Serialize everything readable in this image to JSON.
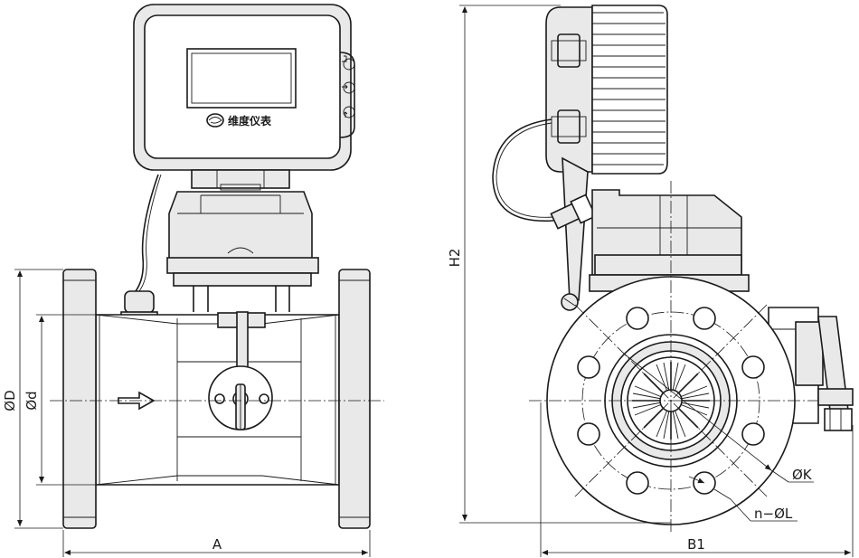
{
  "brand": {
    "text": "维度仪表"
  },
  "dimensions": {
    "A": "A",
    "B1": "B1",
    "H2": "H2",
    "D": "ØD",
    "d": "Ød",
    "K": "ØK",
    "nL": "n−ØL"
  },
  "colors": {
    "line": "#1a1a1a",
    "fill": "#e9e9e9",
    "background": "#ffffff"
  },
  "icons": {
    "brand_logo": "swirl-logo-icon",
    "enter": "enter-arrow-icon",
    "right": "right-arrow-icon",
    "up": "up-arrow-icon",
    "flow": "flow-arrow-icon"
  }
}
